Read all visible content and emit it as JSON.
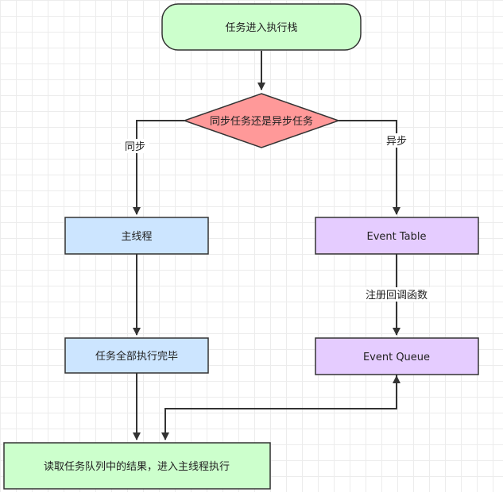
{
  "nodes": {
    "start": "任务进入执行栈",
    "decision": "同步任务还是异步任务",
    "main_thread": "主线程",
    "event_table": "Event Table",
    "tasks_done": "任务全部执行完毕",
    "event_queue": "Event Queue",
    "read_queue": "读取任务队列中的结果，进入主线程执行"
  },
  "edge_labels": {
    "sync": "同步",
    "async": "异步",
    "register_callback": "注册回调函数"
  },
  "colors": {
    "start_fill": "#ccffcc",
    "decision_fill": "#ff9999",
    "main_fill": "#cce5ff",
    "event_fill": "#e5ccff",
    "read_fill": "#ccffcc",
    "stroke": "#333333",
    "edge": "#333333"
  }
}
